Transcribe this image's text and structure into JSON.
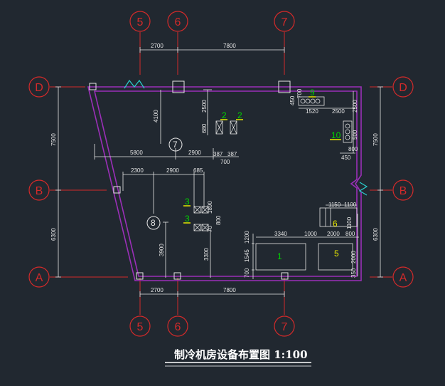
{
  "title": "制冷机房设备布置图 1:100",
  "grid_columns": [
    "5",
    "6",
    "7"
  ],
  "grid_rows": [
    "D",
    "B",
    "A"
  ],
  "top_dims": [
    "2700",
    "7800"
  ],
  "bottom_dims": [
    "2700",
    "7800"
  ],
  "left_dims": [
    "7500",
    "6300"
  ],
  "right_dims": [
    "7500",
    "6300"
  ],
  "interior_dims": {
    "d4100": "4100",
    "d5800": "5800",
    "d2900a": "2900",
    "d2500a": "2500",
    "d680": "680",
    "d387a": "387",
    "d387b": "387",
    "d700a": "700",
    "d2300": "2300",
    "d2900b": "2900",
    "d685": "685",
    "d1890": "1890",
    "d800a": "800",
    "d3900": "3900",
    "d3300": "3300",
    "d70": "70",
    "d1200": "1200",
    "d3340": "3340",
    "d1000": "1000",
    "d2000a": "2000",
    "d1545": "1545",
    "d700b": "700",
    "d1150": "1150",
    "d1100a": "1100",
    "d1100b": "1100",
    "d800b": "800",
    "d2000b": "2000",
    "d450a": "450",
    "d700c": "700",
    "d1520": "1520",
    "d2500b": "2500",
    "d2500c": "2500",
    "d500": "500",
    "d800c": "800",
    "d450b": "450",
    "d350": "350"
  },
  "equipment_labels": {
    "eq1": "1",
    "eq2a": "2",
    "eq2b": "2",
    "eq3a": "3",
    "eq3b": "3",
    "eq5": "5",
    "eq6": "6",
    "eq9": "9",
    "eq10": "10"
  },
  "circle_labels": {
    "c7": "7",
    "c8": "8"
  },
  "colors": {
    "background": "#212830",
    "grid": "#d42a2a",
    "wall": "#9b2fb8",
    "dims": "#e6e6e6",
    "labels": "#e6e600"
  }
}
